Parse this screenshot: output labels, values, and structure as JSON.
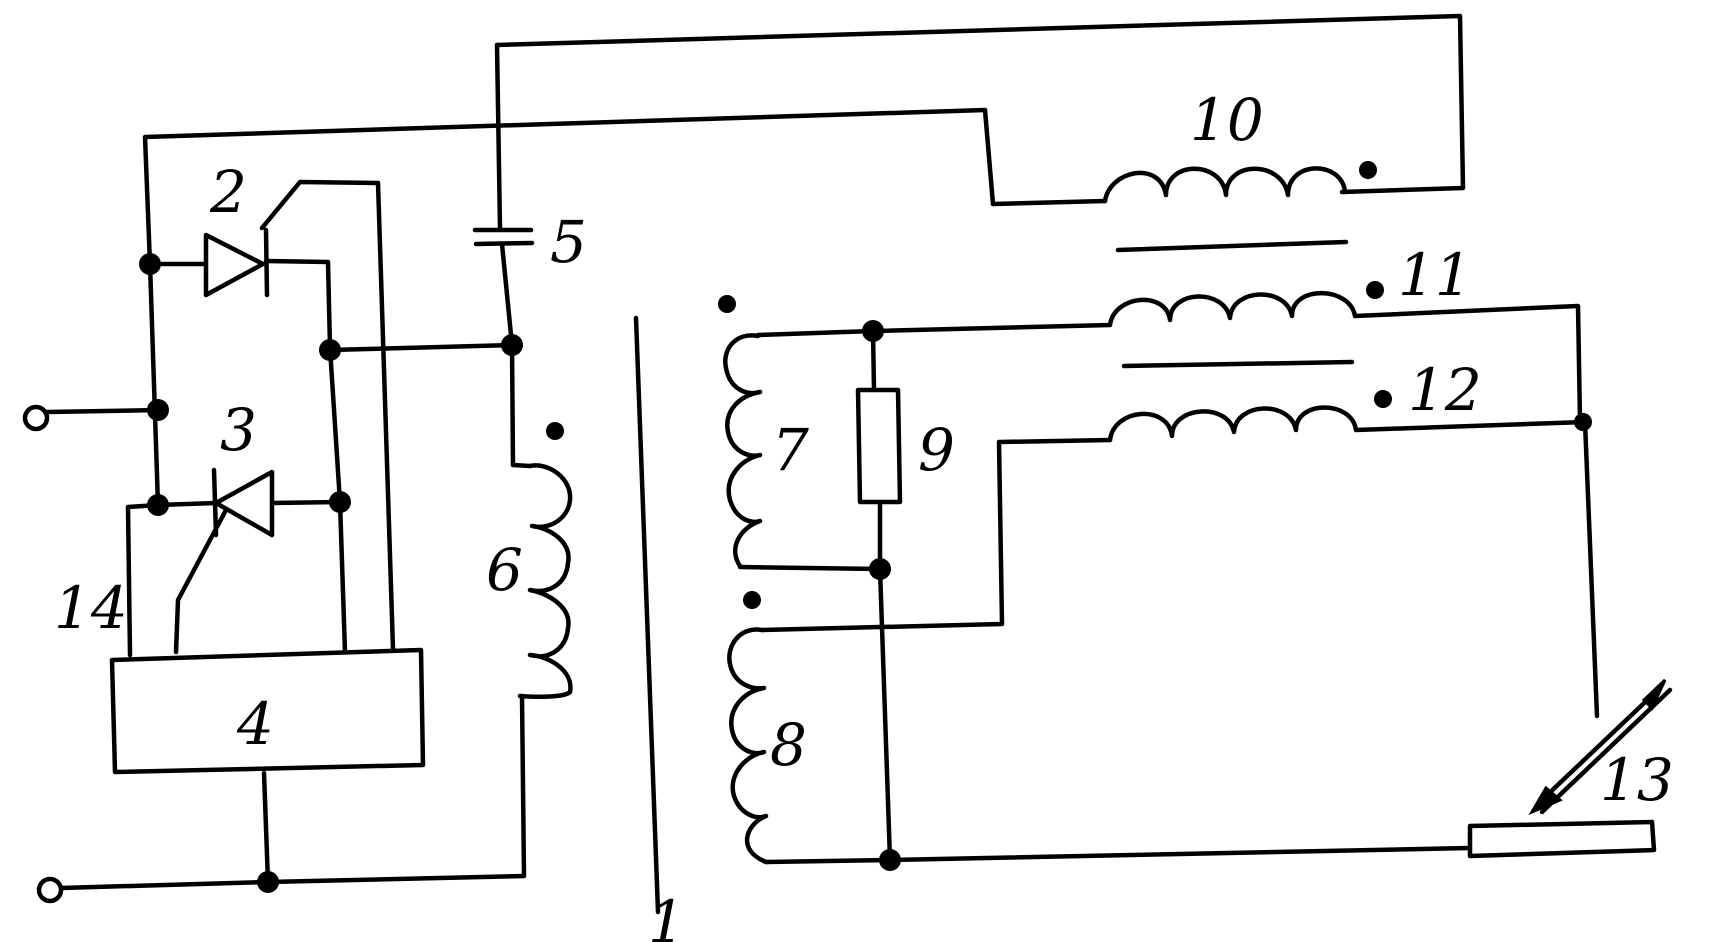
{
  "labels": {
    "transformer_core": "1",
    "thyristor_upper": "2",
    "thyristor_lower": "3",
    "control_block": "4",
    "capacitor": "5",
    "primary_winding": "6",
    "secondary_winding_a": "7",
    "secondary_winding_b": "8",
    "resistor": "9",
    "choke_winding_top": "10",
    "choke_winding_mid": "11",
    "choke_winding_bottom": "12",
    "electrode": "13",
    "control_lead": "14"
  },
  "colors": {
    "ink": "#000000",
    "paper": "#ffffff"
  }
}
